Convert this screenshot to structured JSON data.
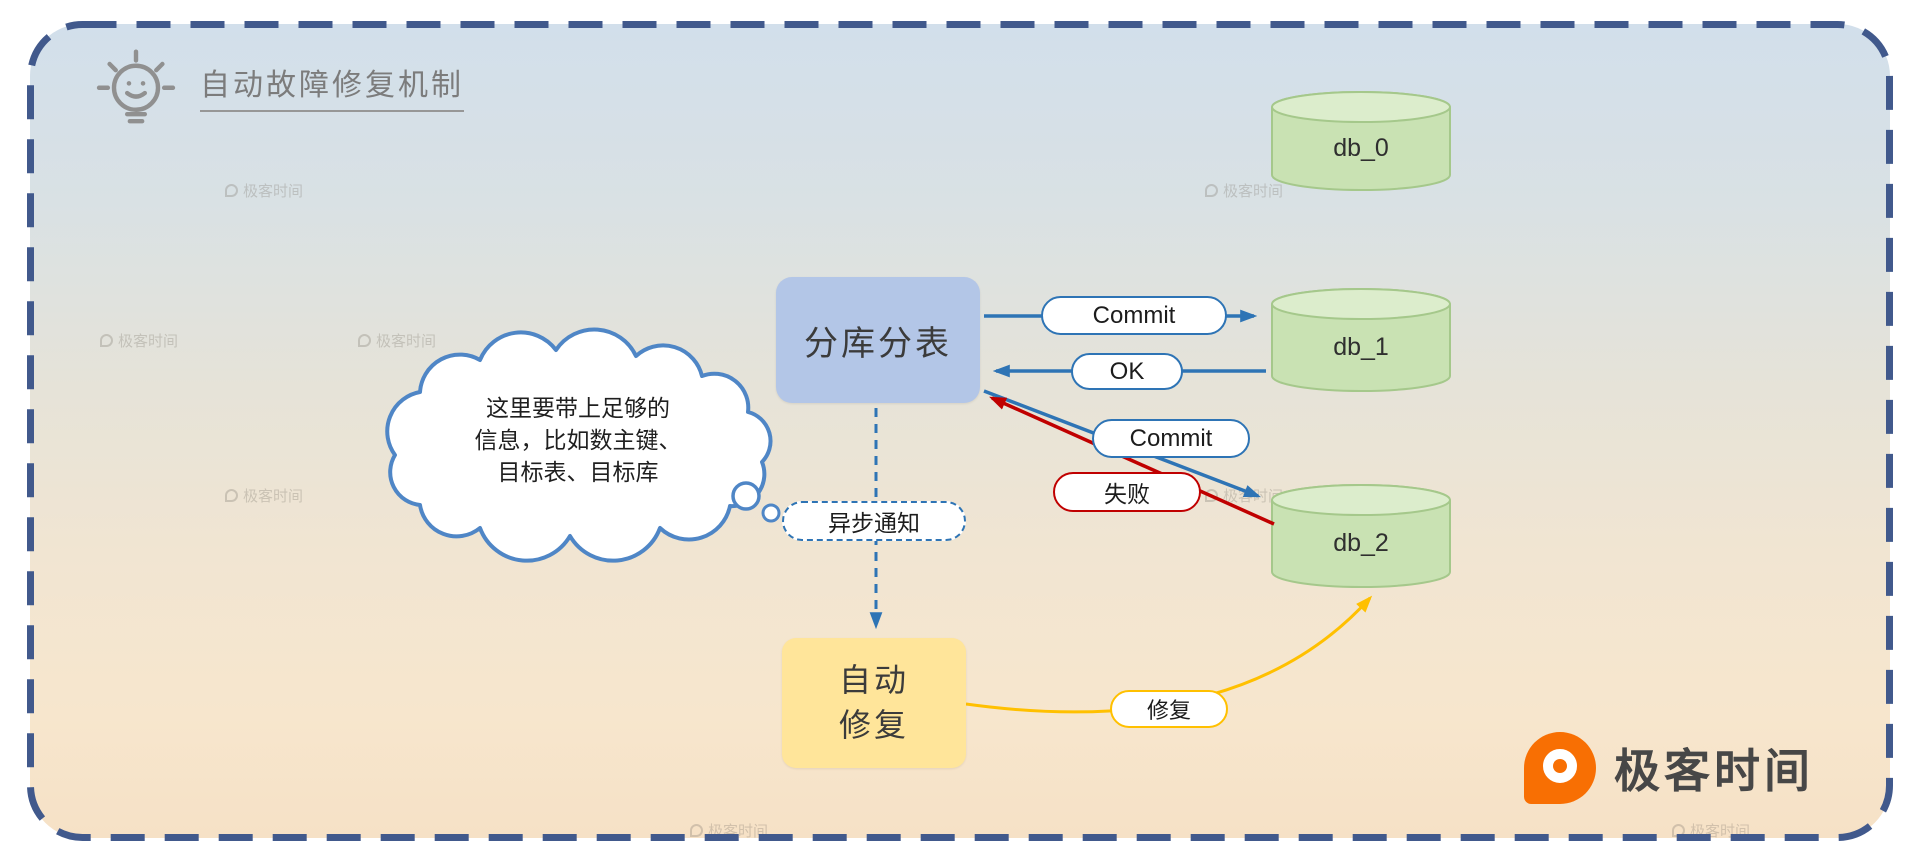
{
  "header": {
    "title": "自动故障修复机制"
  },
  "nodes": {
    "shard_box": {
      "label": "分库分表"
    },
    "db0": {
      "label": "db_0"
    },
    "db1": {
      "label": "db_1"
    },
    "db2": {
      "label": "db_2"
    },
    "auto_repair": {
      "line1": "自动",
      "line2": "修复"
    }
  },
  "labels": {
    "commit_db1": "Commit",
    "ok": "OK",
    "commit_db2": "Commit",
    "fail": "失败",
    "async_notify": "异步通知",
    "repair": "修复"
  },
  "cloud_note": {
    "line1": "这里要带上足够的",
    "line2": "信息，比如数主键、",
    "line3": "目标表、目标库"
  },
  "logo": {
    "text": "极客时间"
  },
  "watermark": {
    "text": "极客时间"
  },
  "colors": {
    "frame": "#41598C",
    "arrow_blue": "#2E74B5",
    "arrow_red": "#C00000",
    "arrow_yellow": "#FFC000",
    "db_fill": "#C9E2B3",
    "db_top": "#DCEDCC",
    "db_stroke": "#A5C88B",
    "shard_fill": "#B3C6E7",
    "repair_fill": "#FFE59A",
    "cloud_stroke": "#4F86C6",
    "logo_orange": "#F86F03"
  }
}
